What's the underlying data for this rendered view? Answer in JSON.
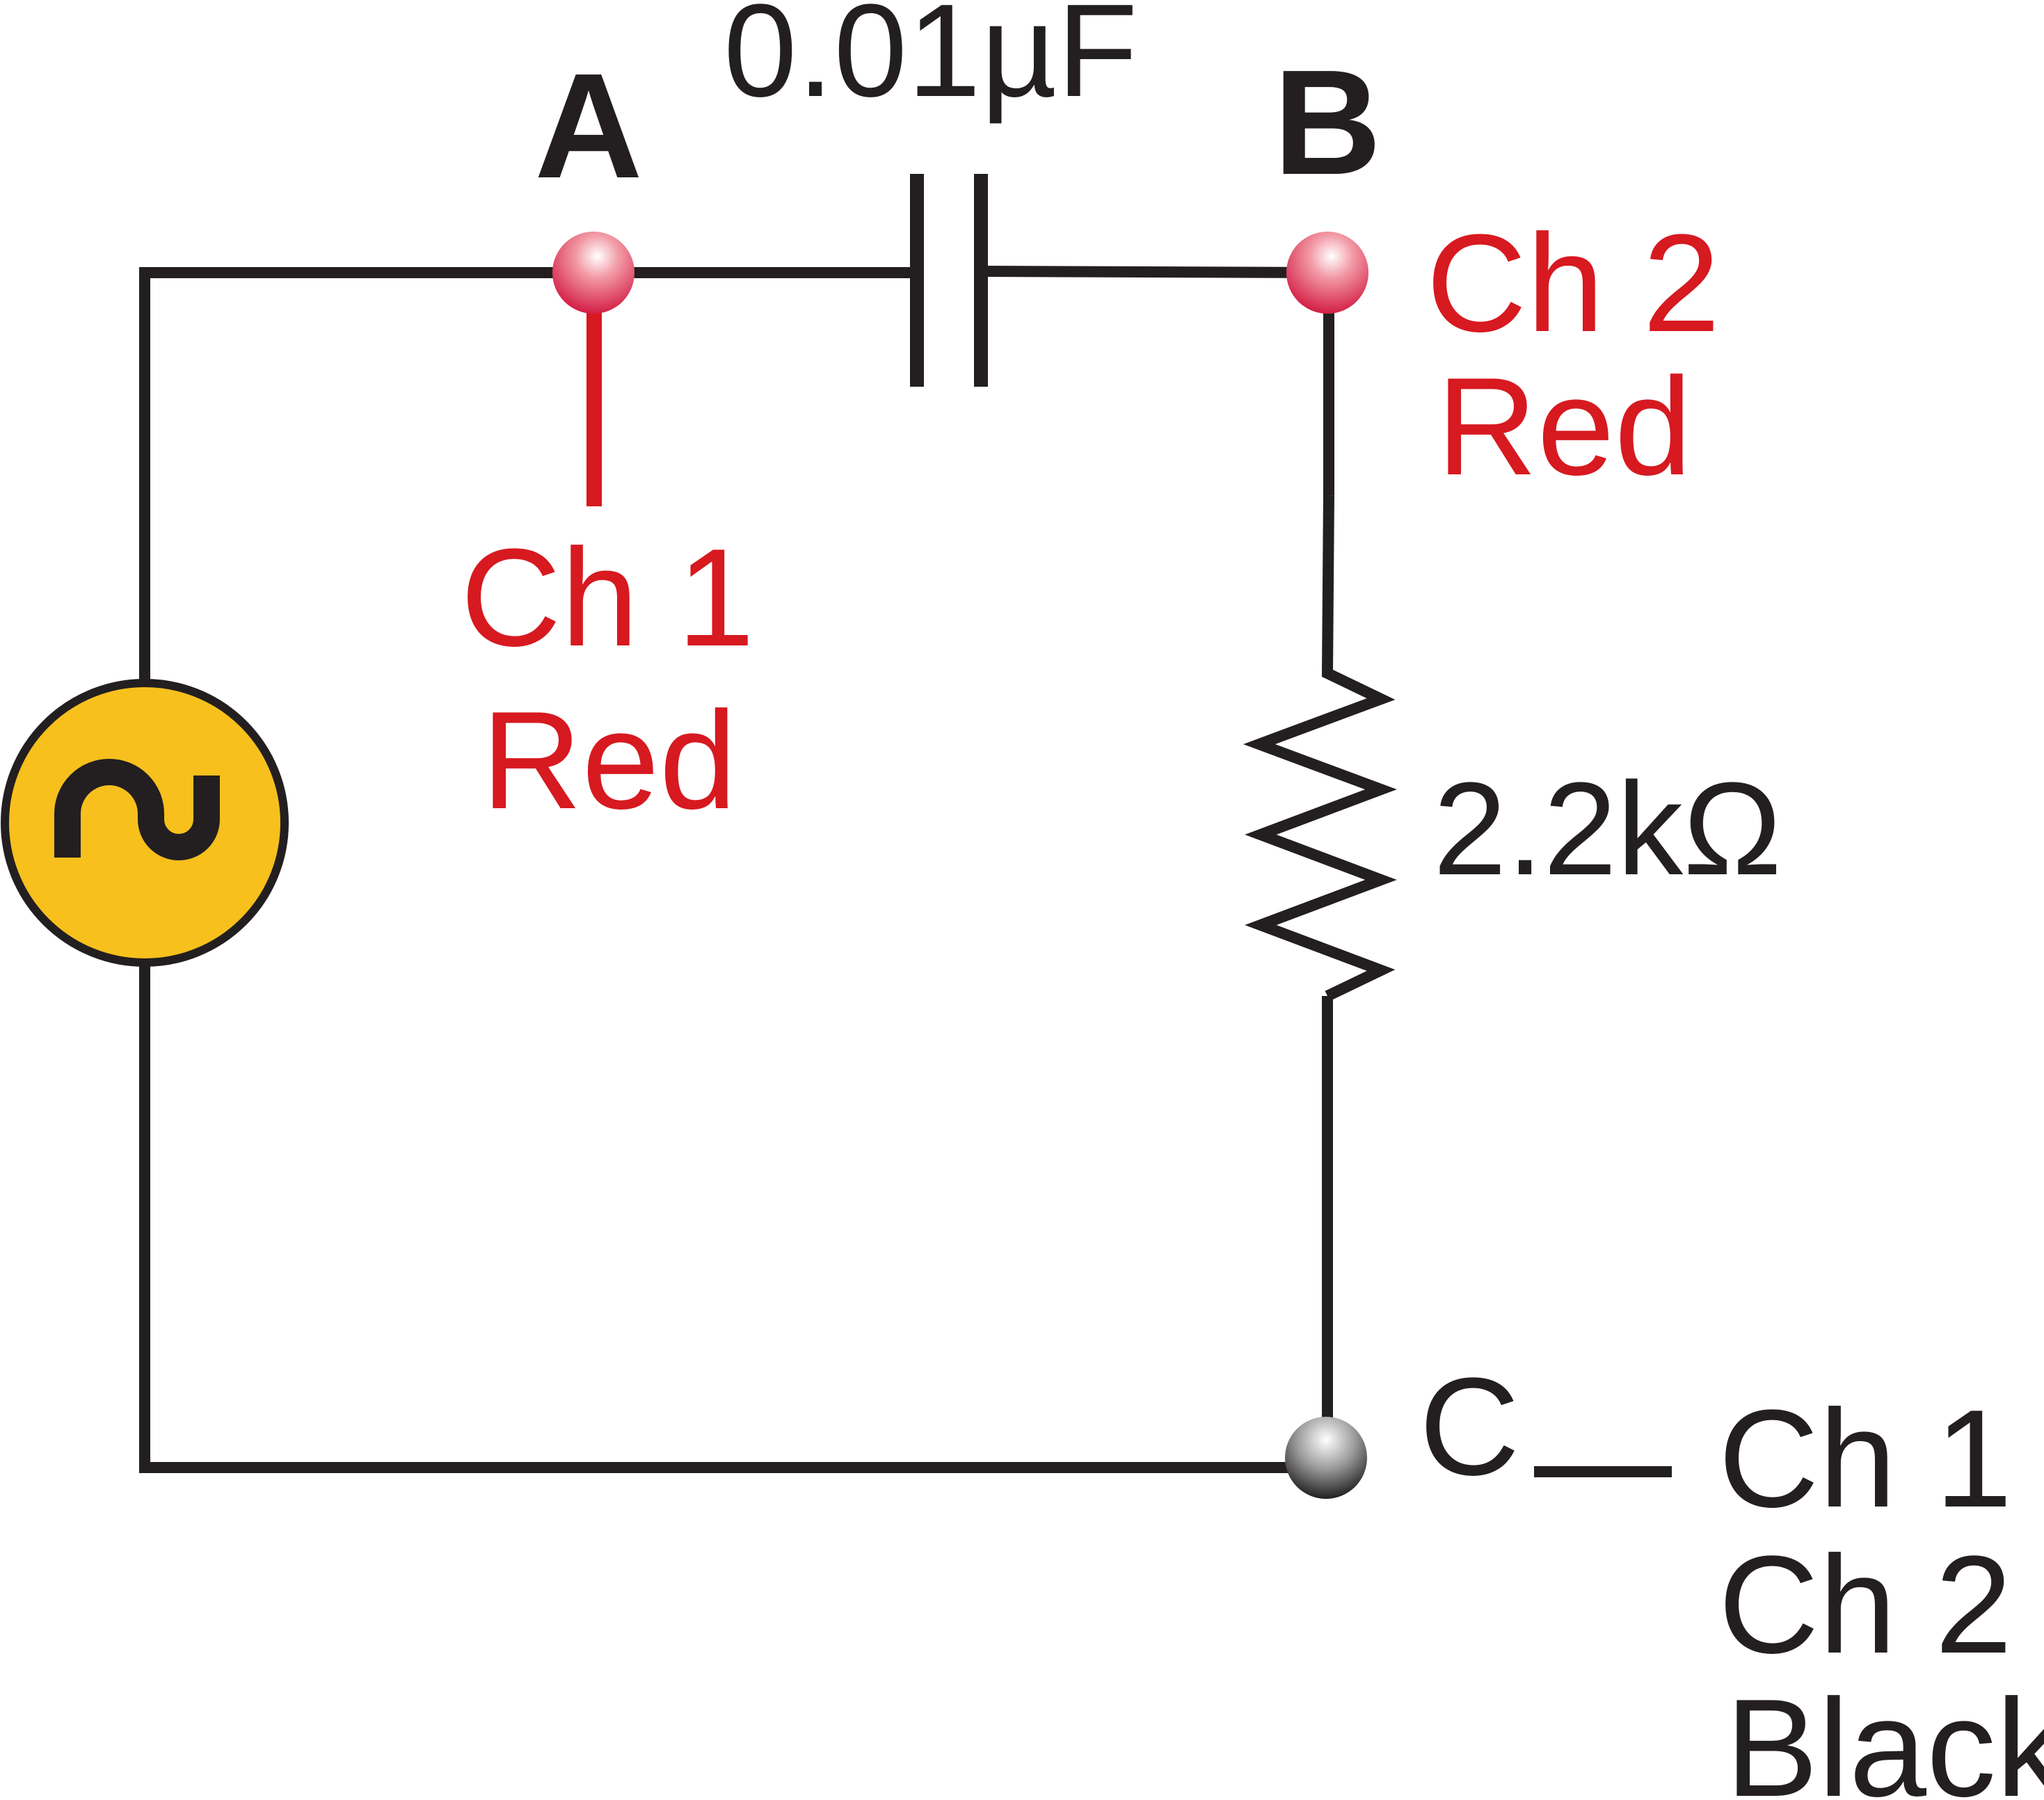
{
  "colors": {
    "wire": "#231f20",
    "probe_red": "#d71920",
    "source_fill": "#f7c01d"
  },
  "nodes": {
    "a": "A",
    "b": "B",
    "c": "C"
  },
  "components": {
    "capacitor": "0.01µF",
    "resistor": "2.2kΩ",
    "source_icon": "ac-sine-icon"
  },
  "probes": {
    "ch1_red": {
      "channel": "Ch 1",
      "lead": "Red"
    },
    "ch2_red": {
      "channel": "Ch 2",
      "lead": "Red"
    },
    "ground": {
      "channel_1": "Ch 1",
      "channel_2": "Ch 2",
      "lead": "Black"
    }
  }
}
